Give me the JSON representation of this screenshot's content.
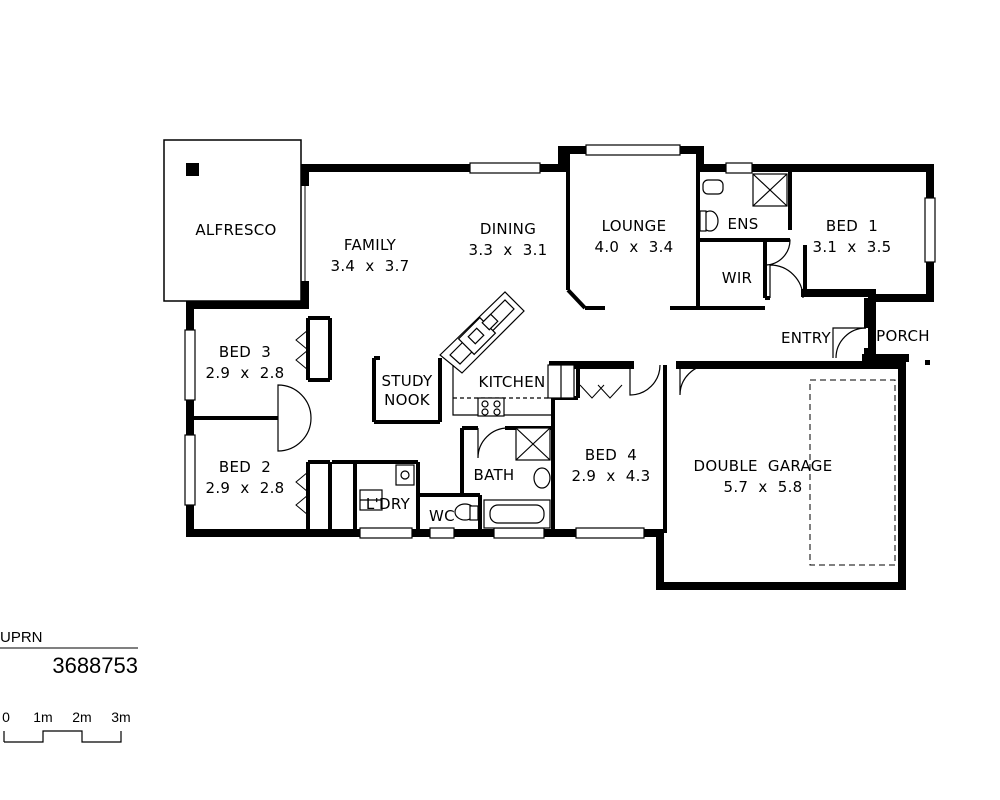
{
  "rooms": {
    "alfresco": {
      "name": "ALFRESCO"
    },
    "family": {
      "name": "FAMILY",
      "size": "3.4  x  3.7"
    },
    "dining": {
      "name": "DINING",
      "size": "3.3  x  3.1"
    },
    "lounge": {
      "name": "LOUNGE",
      "size": "4.0  x  3.4"
    },
    "ens": {
      "name": "ENS"
    },
    "bed1": {
      "name": "BED  1",
      "size": "3.1  x  3.5"
    },
    "wir": {
      "name": "WIR"
    },
    "entry": {
      "name": "ENTRY"
    },
    "porch": {
      "name": "PORCH"
    },
    "bed3": {
      "name": "BED  3",
      "size": "2.9  x  2.8"
    },
    "study": {
      "name_line1": "STUDY",
      "name_line2": "NOOK"
    },
    "kitchen": {
      "name": "KITCHEN"
    },
    "bed2": {
      "name": "BED  2",
      "size": "2.9  x  2.8"
    },
    "bath": {
      "name": "BATH"
    },
    "bed4": {
      "name": "BED  4",
      "size": "2.9  x  4.3"
    },
    "laundry": {
      "name": "L'DRY"
    },
    "wc": {
      "name": "WC"
    },
    "garage": {
      "name": "DOUBLE  GARAGE",
      "size": "5.7  x  5.8"
    }
  },
  "uprn": {
    "label": "UPRN",
    "value": "3688753"
  },
  "scale": {
    "ticks": [
      "0",
      "1m",
      "2m",
      "3m"
    ]
  },
  "colors": {
    "wall": "#000000",
    "background": "#ffffff",
    "fixture_fill": "#ffffff"
  }
}
